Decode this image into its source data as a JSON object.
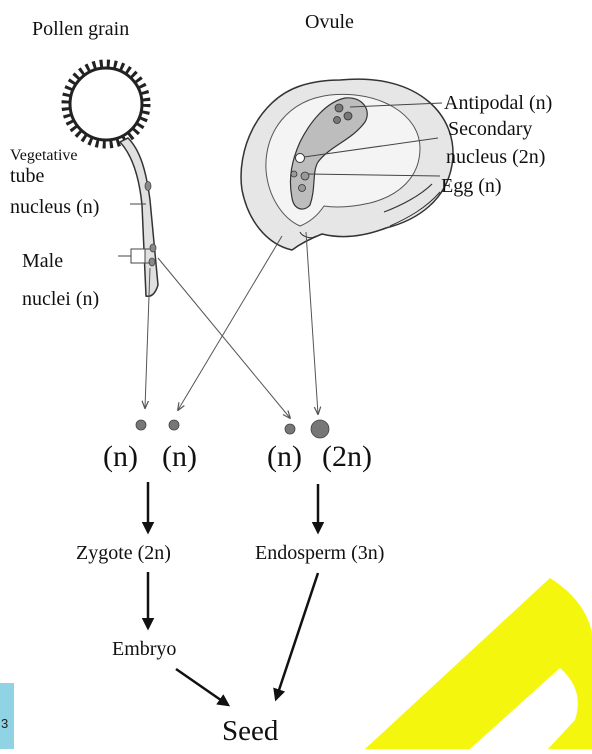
{
  "headings": {
    "pollen": "Pollen grain",
    "ovule": "Ovule"
  },
  "pollen_labels": {
    "vegetative_1": "Vegetative",
    "vegetative_2": "tube",
    "vegetative_3": "nucleus (n)",
    "male_1": "Male",
    "male_2": "nuclei (n)"
  },
  "ovule_labels": {
    "antipodal": "Antipodal (n)",
    "secondary_1": "Secondary",
    "secondary_2": "nucleus (2n)",
    "egg": "Egg (n)"
  },
  "ploidy_row": {
    "n1": "(n)",
    "n2": "(n)",
    "n3": "(n)",
    "n4": "(2n)"
  },
  "products": {
    "zygote": "Zygote (2n)",
    "endosperm": "Endosperm (3n)",
    "embryo": "Embryo",
    "seed": "Seed"
  },
  "corner_tag": "3",
  "colors": {
    "watermark": "#f4f600",
    "corner_tag": "#8fd3e4",
    "tissue_fill": "#e6e6e6",
    "sac_fill": "#bdbdbd",
    "nucleus_fill": "#777777"
  }
}
